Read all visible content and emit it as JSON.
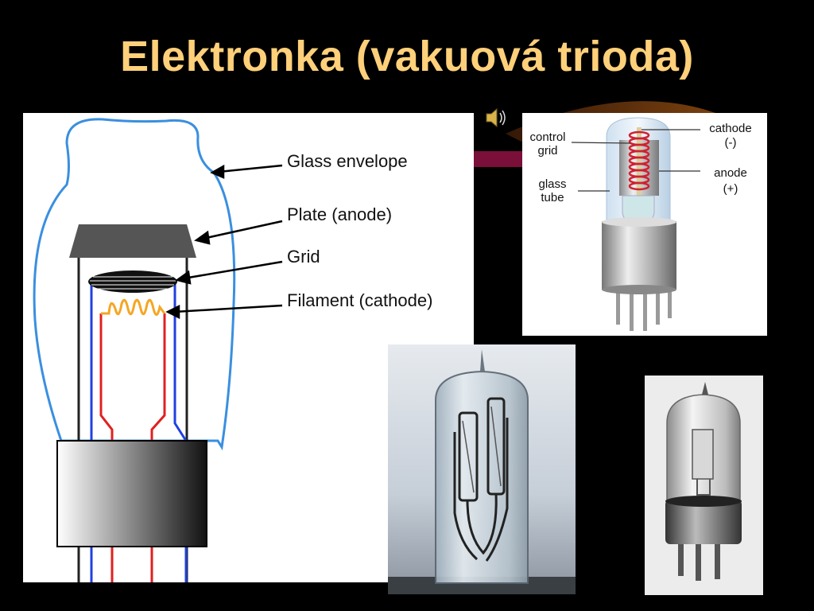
{
  "slide": {
    "title": "Elektronka (vakuová trioda)"
  },
  "diagram": {
    "labels": {
      "glass_envelope": "Glass envelope",
      "plate": "Plate (anode)",
      "grid": "Grid",
      "filament": "Filament (cathode)"
    }
  },
  "illustration": {
    "labels": {
      "control_grid_1": "control",
      "control_grid_2": "grid",
      "glass_tube_1": "glass",
      "glass_tube_2": "tube",
      "cathode_1": "cathode",
      "cathode_2": "(-)",
      "anode_1": "anode",
      "anode_2": "(+)"
    }
  },
  "icons": {
    "speaker": "speaker-icon"
  },
  "colors": {
    "title": "#FFD07A",
    "background": "#000000",
    "envelope": "#3A8FE0",
    "filament": "#F5A623",
    "red_lead": "#E02020",
    "blue_lead": "#2040E0"
  }
}
